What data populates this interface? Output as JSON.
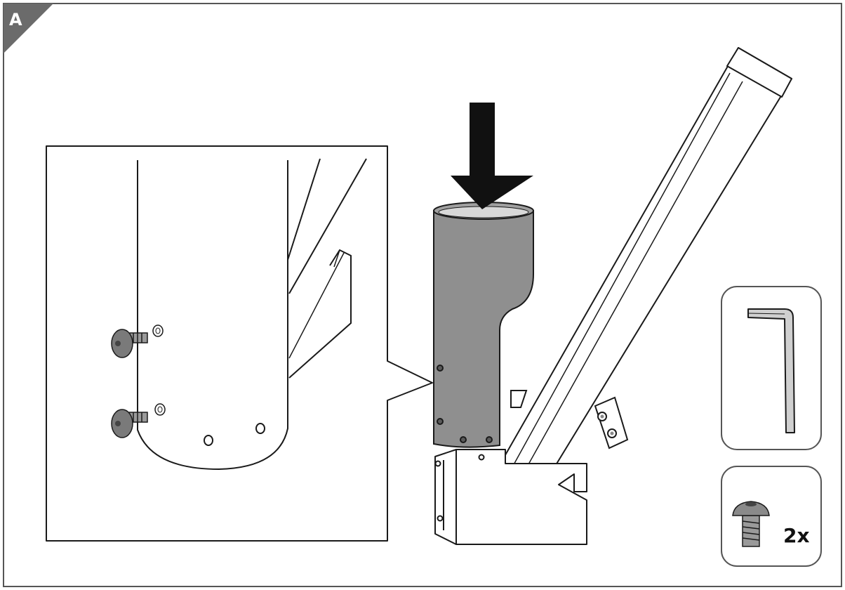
{
  "step": {
    "label": "A"
  },
  "parts": [
    {
      "name": "hex-key",
      "icon": "allen-key-icon"
    },
    {
      "name": "screw",
      "icon": "button-head-screw-icon",
      "quantity": "2x"
    }
  ],
  "colors": {
    "tube": "#8f8f8f",
    "tube_dark": "#6f6f6f",
    "line": "#1a1a1a",
    "corner": "#6b6b6b",
    "arrow": "#111111",
    "frame": "#555555"
  }
}
